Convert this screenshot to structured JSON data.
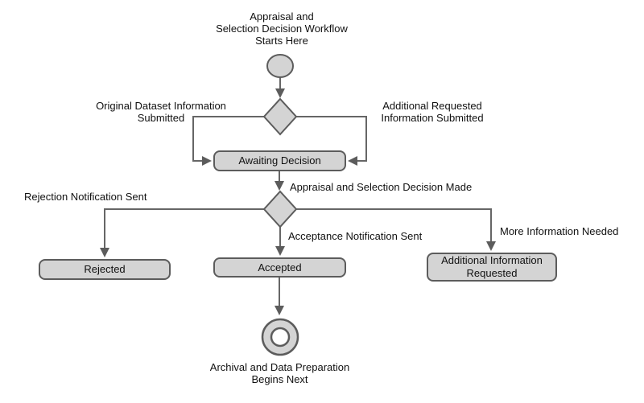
{
  "diagram": {
    "start_note": "Appraisal and\nSelection Decision Workflow\nStarts Here",
    "end_note": "Archival and Data Preparation\nBegins Next",
    "nodes": {
      "awaiting_decision": "Awaiting Decision",
      "rejected": "Rejected",
      "accepted": "Accepted",
      "additional_information_requested": "Additional Information\nRequested"
    },
    "edge_labels": {
      "original_dataset_submitted": "Original Dataset Information\nSubmitted",
      "additional_requested_submitted": "Additional Requested\nInformation Submitted",
      "decision_made": "Appraisal and Selection Decision Made",
      "rejection_notification_sent": "Rejection Notification Sent",
      "acceptance_notification_sent": "Acceptance Notification Sent",
      "more_information_needed": "More Information Needed"
    },
    "colors": {
      "background": "#ffffff",
      "node_fill": "#d4d4d4",
      "node_border": "#5c5c5c",
      "connector": "#666666",
      "text": "#111111"
    }
  }
}
